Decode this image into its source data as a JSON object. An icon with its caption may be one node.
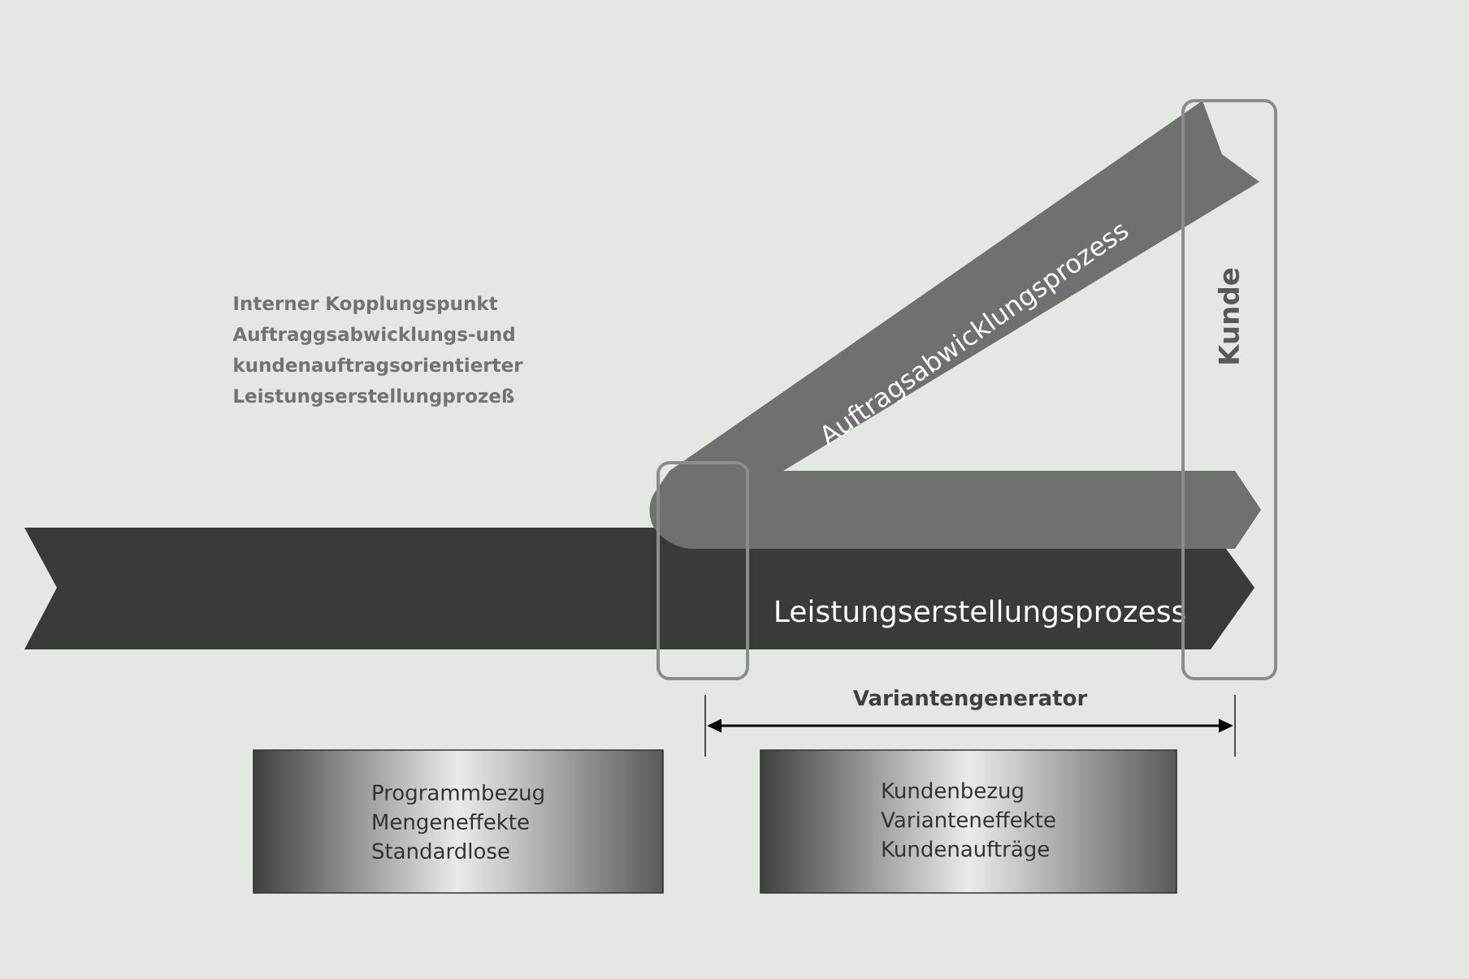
{
  "diagram": {
    "nodes": [
      {
        "text": [
          "Auftragsabwicklungsprozess"
        ]
      },
      {
        "text": [
          "Kunde"
        ]
      },
      {
        "text": [
          "Leistungserstellungsprozess"
        ]
      },
      {
        "text": [],
        "shape": "box"
      },
      {
        "text": [
          "Programmbezug",
          "Mengeneffekte",
          "Standardlose"
        ]
      },
      {
        "text": [
          "Kundenbezug",
          "Varianteneffekte",
          "Kundenaufträge"
        ]
      }
    ],
    "labels": [
      "Interner Kopplungspunkt Auftraggsabwicklungs-und kundenauftragsorientierter Leistungserstellungprozeß",
      "Variantengenerator"
    ]
  }
}
